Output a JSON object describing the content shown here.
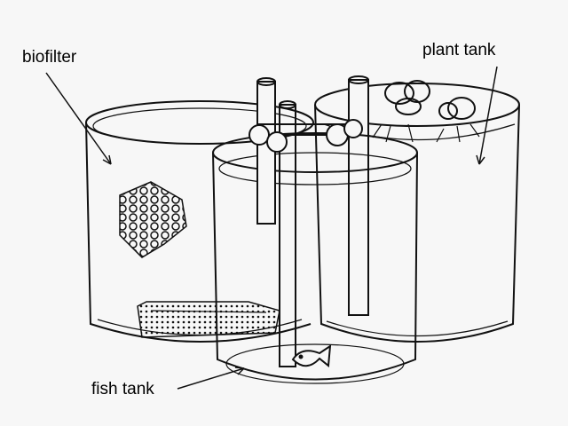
{
  "labels": {
    "biofilter": "biofilter",
    "plant_tank": "plant tank",
    "fish_tank": "fish tank"
  },
  "colors": {
    "ink": "#111111",
    "paper": "#f7f7f7"
  }
}
